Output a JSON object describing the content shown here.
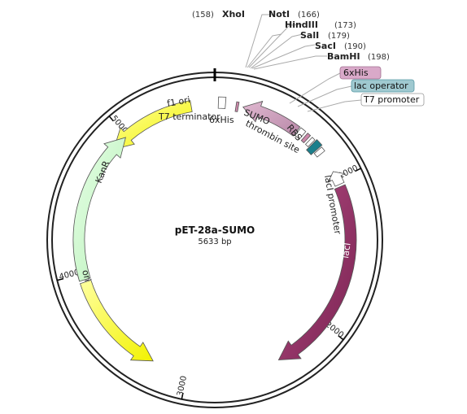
{
  "plasmid": {
    "name": "pET-28a-SUMO",
    "size_label": "5633 bp",
    "length": 5633
  },
  "restriction_sites": [
    {
      "name": "XhoI",
      "position": "(158)"
    },
    {
      "name": "NotI",
      "position": "(166)"
    },
    {
      "name": "HindIII",
      "position": "(173)"
    },
    {
      "name": "SalI",
      "position": "(179)"
    },
    {
      "name": "SacI",
      "position": "(190)"
    },
    {
      "name": "BamHI",
      "position": "(198)"
    }
  ],
  "features": {
    "f1_ori": "f1 ori",
    "t7_terminator": "T7 terminator",
    "his_tag_c": "6xHis",
    "sumo": "SUMO",
    "thrombin_site": "thrombin site",
    "rbs": "RBS",
    "his_tag_n": "6xHis",
    "lac_operator": "lac operator",
    "t7_promoter": "T7 promoter",
    "laci_promoter": "lacI promoter",
    "laci": "lacI",
    "kanr": "KanR",
    "ori": "ori"
  },
  "ticks": [
    "1000",
    "2000",
    "3000",
    "4000",
    "5000"
  ],
  "colors": {
    "f1_ori": "#ffff00",
    "ori": "#ffff00",
    "kanr": "#ccffcc",
    "laci": "#993366",
    "sumo": "#cc99bb",
    "his_box": "#d9a9c9",
    "lac_op_box": "#9fc9d0",
    "t7_box": "#ffffff"
  }
}
